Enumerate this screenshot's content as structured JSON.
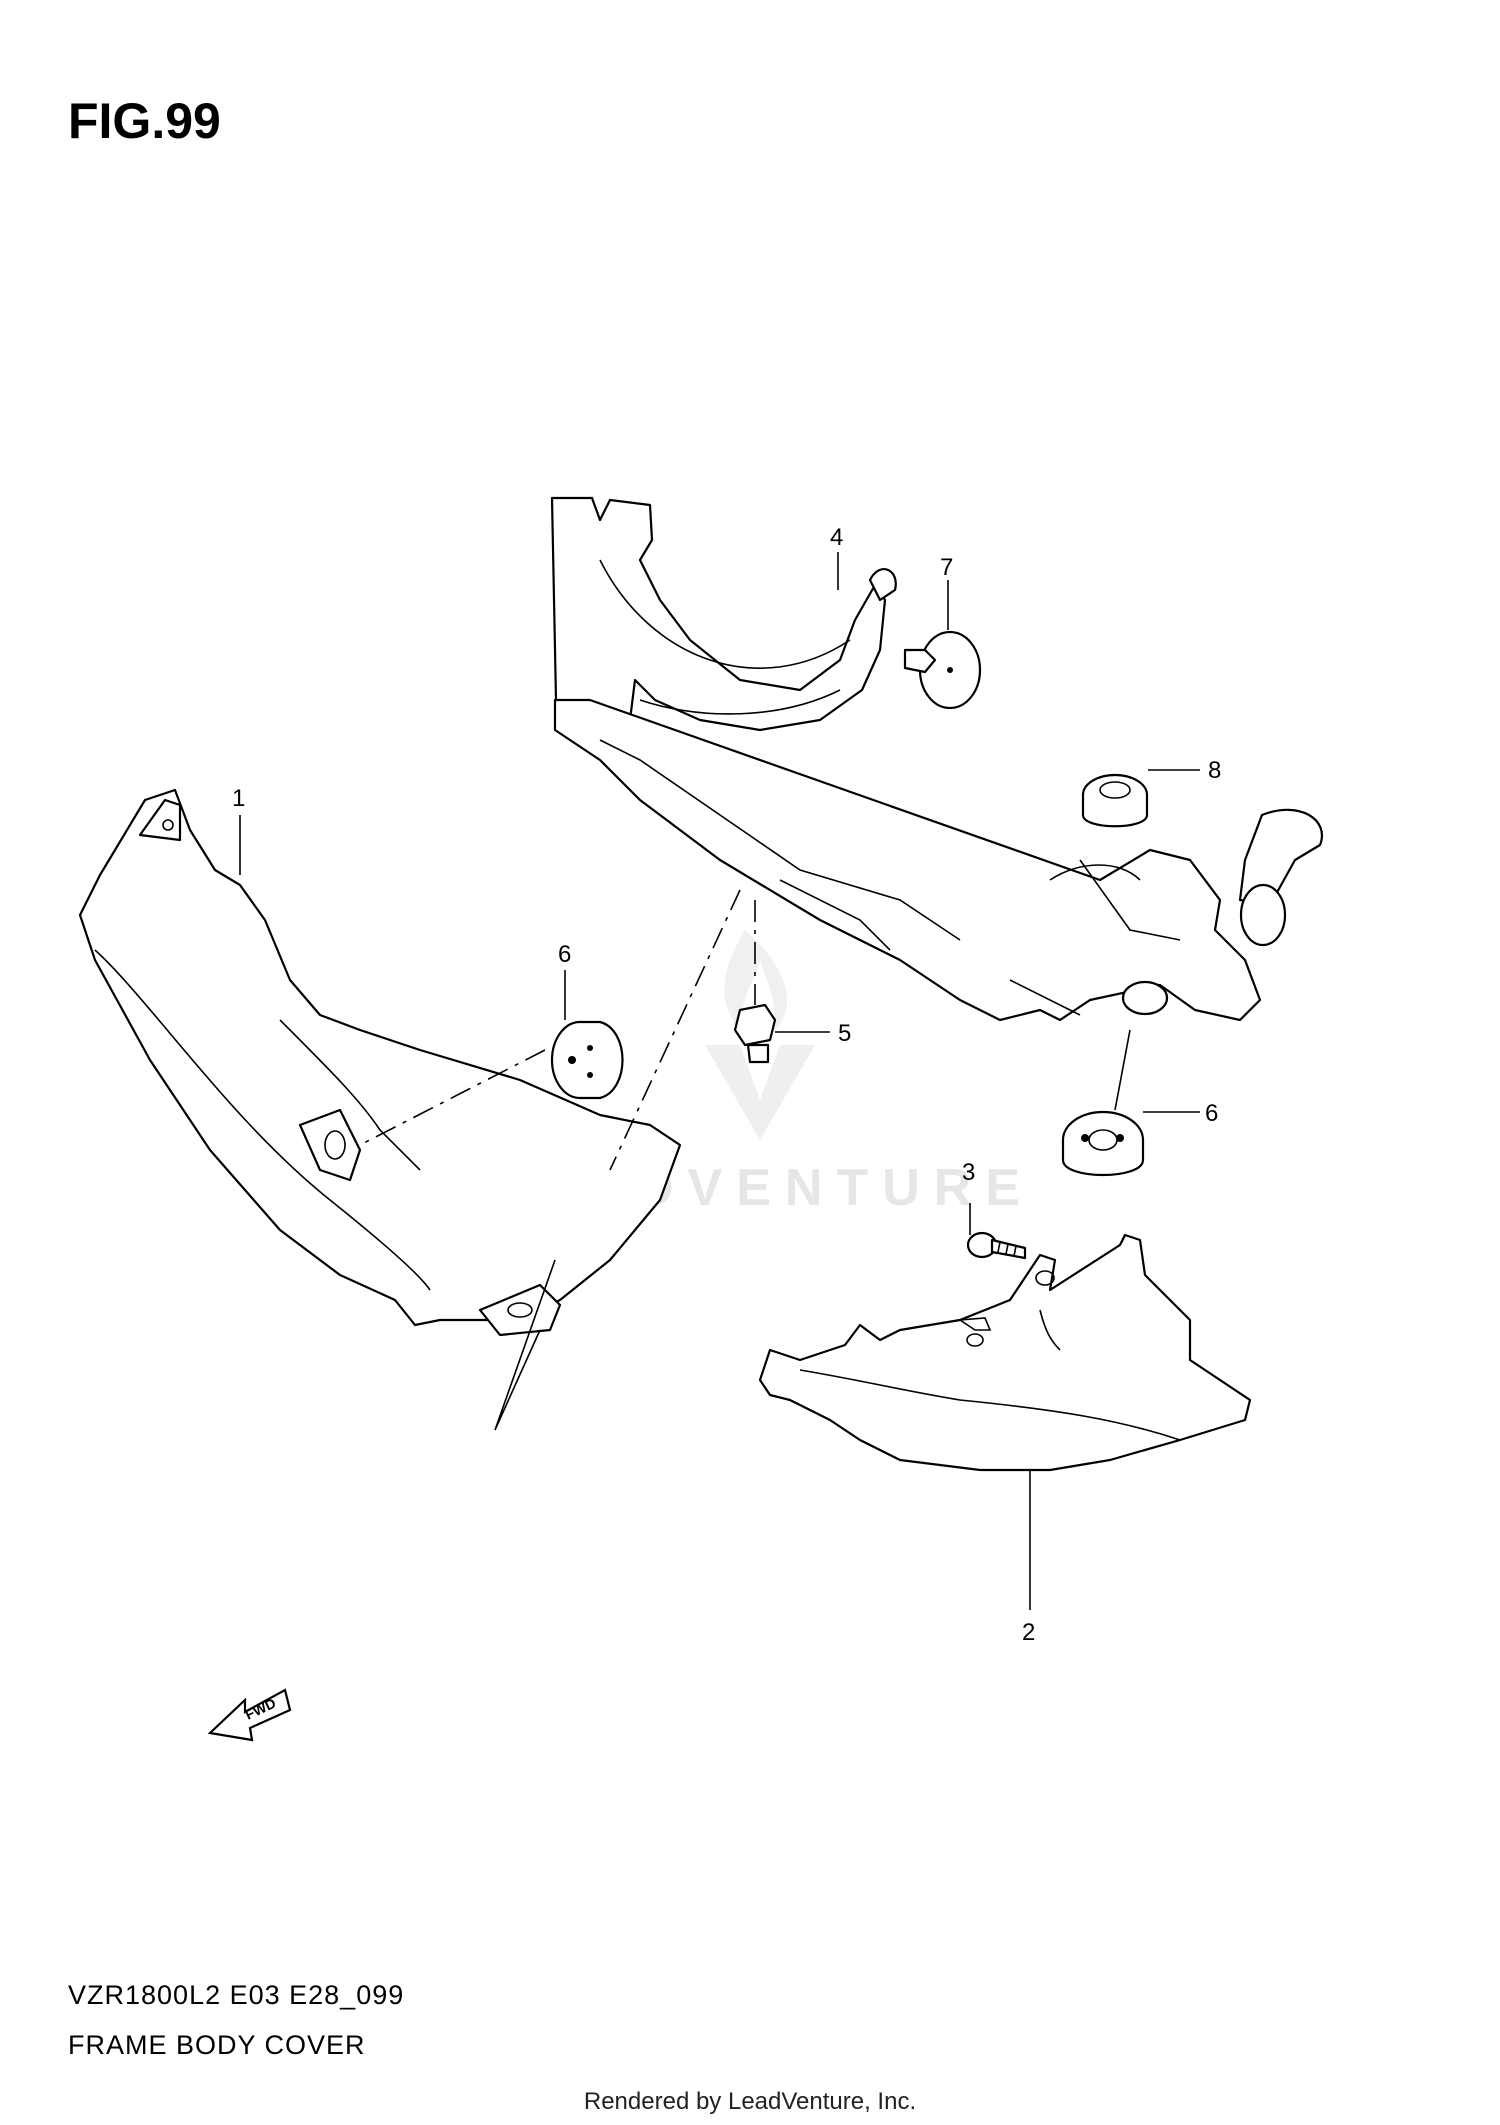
{
  "figure_title": "FIG.99",
  "callouts": {
    "c1": "1",
    "c2": "2",
    "c3": "3",
    "c4": "4",
    "c5": "5",
    "c6a": "6",
    "c6b": "6",
    "c7": "7",
    "c8": "8"
  },
  "fwd_label": "FWD",
  "watermark": "LEADVENTURE",
  "footer": {
    "model_code": "VZR1800L2 E03 E28_099",
    "section_name": "FRAME BODY COVER",
    "rendered_by": "Rendered by LeadVenture, Inc."
  }
}
